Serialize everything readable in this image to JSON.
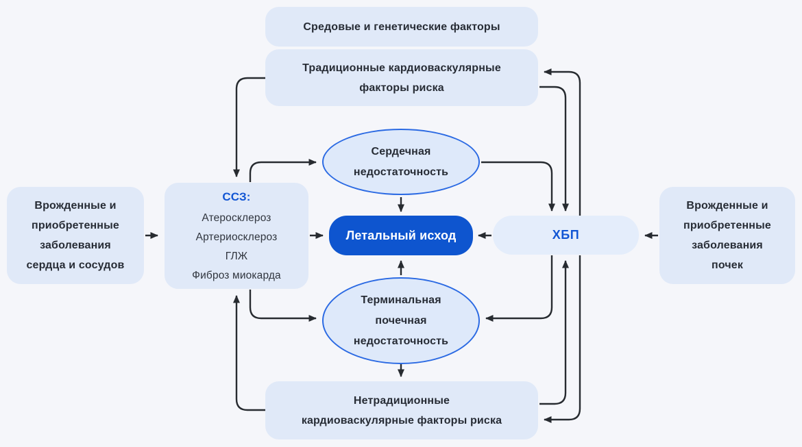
{
  "colors": {
    "bg": "#f5f6fa",
    "box-fill": "#e0e9f8",
    "ellipse-fill": "#dee9fa",
    "ellipse-border": "#2b6ae3",
    "lethal-fill": "#0e55cf",
    "ckd-fill": "#e4edfb",
    "text-dark": "#272c35",
    "text-blue": "#1256d4",
    "arrow": "#272b30"
  },
  "diagram": {
    "nodes": {
      "environmental": {
        "lines": [
          "Средовые и генетические факторы"
        ]
      },
      "traditional": {
        "lines": [
          "Традиционные кардиоваскулярные",
          "факторы риска"
        ]
      },
      "heart_failure": {
        "lines": [
          "Сердечная",
          "недостаточность"
        ]
      },
      "heart_disease": {
        "lines": [
          "Врожденные и",
          "приобретенные",
          "заболевания",
          "сердца и сосудов"
        ]
      },
      "cvd": {
        "title": "ССЗ:",
        "items": [
          "Атеросклероз",
          "Артериосклероз",
          "ГЛЖ",
          "Фиброз миокарда"
        ]
      },
      "lethal": {
        "label": "Летальный исход"
      },
      "ckd": {
        "label": "ХБП"
      },
      "kidney_disease": {
        "lines": [
          "Врожденные и",
          "приобретенные",
          "заболевания",
          "почек"
        ]
      },
      "terminal_renal": {
        "lines": [
          "Терминальная",
          "почечная",
          "недостаточность"
        ]
      },
      "nontraditional": {
        "lines": [
          "Нетрадиционные",
          "кардиоваскулярные факторы риска"
        ]
      }
    }
  }
}
